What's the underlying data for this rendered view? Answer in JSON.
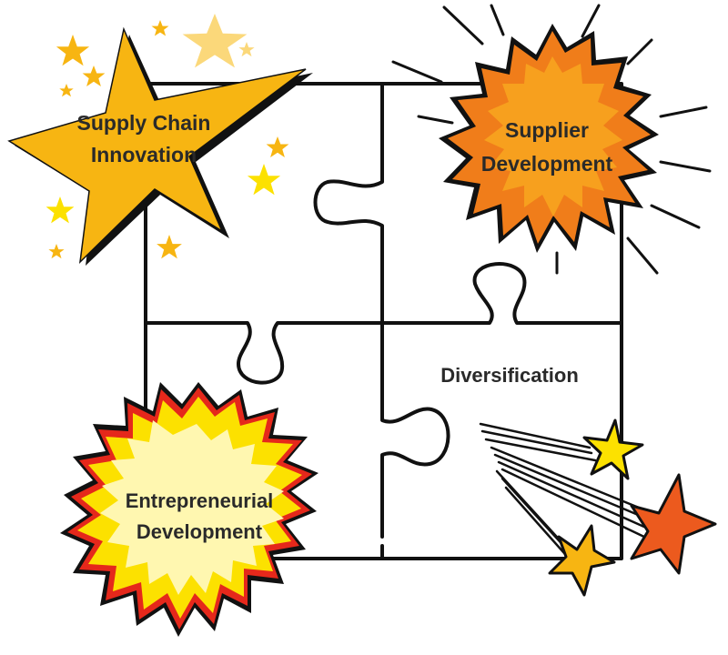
{
  "labels": {
    "supply_chain_line1": "Supply Chain",
    "supply_chain_line2": "Innovation",
    "supplier_line1": "Supplier",
    "supplier_line2": "Development",
    "diversification": "Diversification",
    "entrepreneurial_line1": "Entrepreneurial",
    "entrepreneurial_line2": "Development"
  },
  "colors": {
    "outline": "#111111",
    "gold_star": "#F7B512",
    "light_star": "#FBD87A",
    "orange_burst": "#F07D1A",
    "orange_inner": "#F7A01E",
    "yellow_star": "#FCE100",
    "red_star": "#EC5A1E",
    "red_outline": "#E5281B",
    "cream": "#FFF7B0"
  }
}
